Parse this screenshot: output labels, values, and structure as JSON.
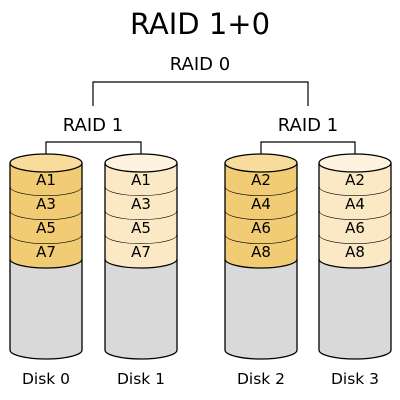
{
  "title": "RAID 1+0",
  "top_label": "RAID 0",
  "groups": [
    {
      "label": "RAID 1"
    },
    {
      "label": "RAID 1"
    }
  ],
  "disks": [
    {
      "label": "Disk 0",
      "style": "primary",
      "blocks": [
        "A1",
        "A3",
        "A5",
        "A7"
      ]
    },
    {
      "label": "Disk 1",
      "style": "mirror",
      "blocks": [
        "A1",
        "A3",
        "A5",
        "A7"
      ]
    },
    {
      "label": "Disk 2",
      "style": "primary",
      "blocks": [
        "A2",
        "A4",
        "A6",
        "A8"
      ]
    },
    {
      "label": "Disk 3",
      "style": "mirror",
      "blocks": [
        "A2",
        "A4",
        "A6",
        "A8"
      ]
    }
  ],
  "colors": {
    "primary_fill": "#f2cc75",
    "primary_top": "#f7dc9c",
    "mirror_fill": "#fbe9c5",
    "mirror_top": "#fdf3de",
    "empty_fill": "#d9d9d9"
  }
}
